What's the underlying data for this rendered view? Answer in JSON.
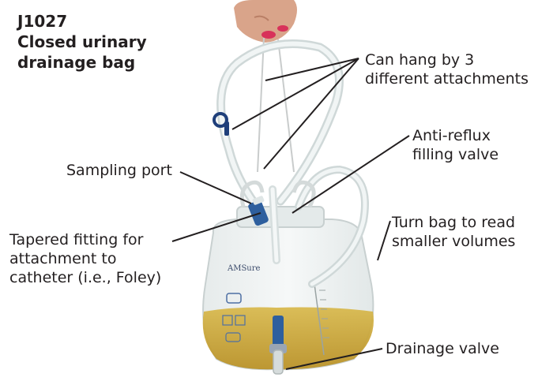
{
  "title": {
    "code": "J1027",
    "line2": "Closed urinary",
    "line3": "drainage bag"
  },
  "callouts": {
    "hang": {
      "line1": "Can hang by 3",
      "line2": "different attachments"
    },
    "anti_reflux": {
      "line1": "Anti-reflux",
      "line2": "filling valve"
    },
    "sampling_port": "Sampling port",
    "tapered": {
      "line1": "Tapered fitting for",
      "line2": "attachment to",
      "line3": "catheter (i.e., Foley)"
    },
    "turn_bag": {
      "line1": "Turn bag to read",
      "line2": "smaller volumes"
    },
    "drainage_valve": "Drainage valve"
  },
  "bag_label": "AMSure",
  "colors": {
    "urine": "#c9a53a",
    "tubing": "#e4ecec",
    "bag": "#eef2f2",
    "valve_blue": "#2e5f9e",
    "text": "#231f20"
  }
}
